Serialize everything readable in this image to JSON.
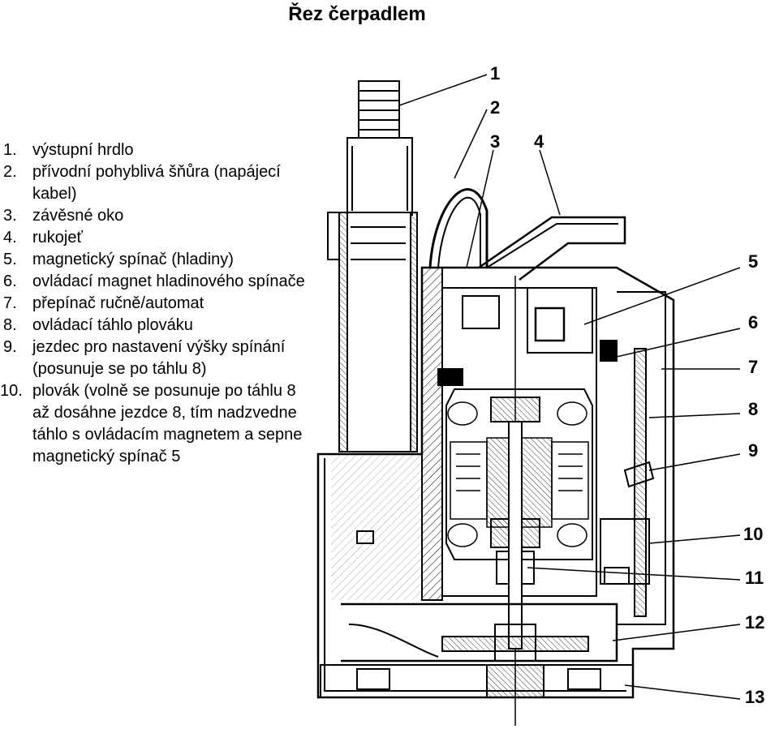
{
  "title": "Řez čerpadlem",
  "legend": [
    {
      "num": "1.",
      "text": "výstupní hrdlo"
    },
    {
      "num": "2.",
      "text": "přívodní pohyblivá šňůra (napájecí kabel)"
    },
    {
      "num": "3.",
      "text": "závěsné oko"
    },
    {
      "num": "4.",
      "text": "rukojeť"
    },
    {
      "num": "5.",
      "text": "magnetický spínač  (hladiny)"
    },
    {
      "num": "6.",
      "text": "ovládací magnet hladinového spínače"
    },
    {
      "num": "7.",
      "text": "přepínač ručně/automat"
    },
    {
      "num": "8.",
      "text": "ovládací táhlo plováku"
    },
    {
      "num": "9.",
      "text": "jezdec pro nastavení výšky spínání (posunuje se po táhlu 8)"
    },
    {
      "num": "10.",
      "text": "plovák (volně se posunuje po táhlu 8 až dosáhne jezdce 8, tím nadzvedne táhlo s ovládacím magnetem a sepne magnetický  spínač 5"
    }
  ],
  "callouts": [
    "1",
    "2",
    "3",
    "4",
    "5",
    "6",
    "7",
    "8",
    "9",
    "10",
    "11",
    "12",
    "13"
  ]
}
